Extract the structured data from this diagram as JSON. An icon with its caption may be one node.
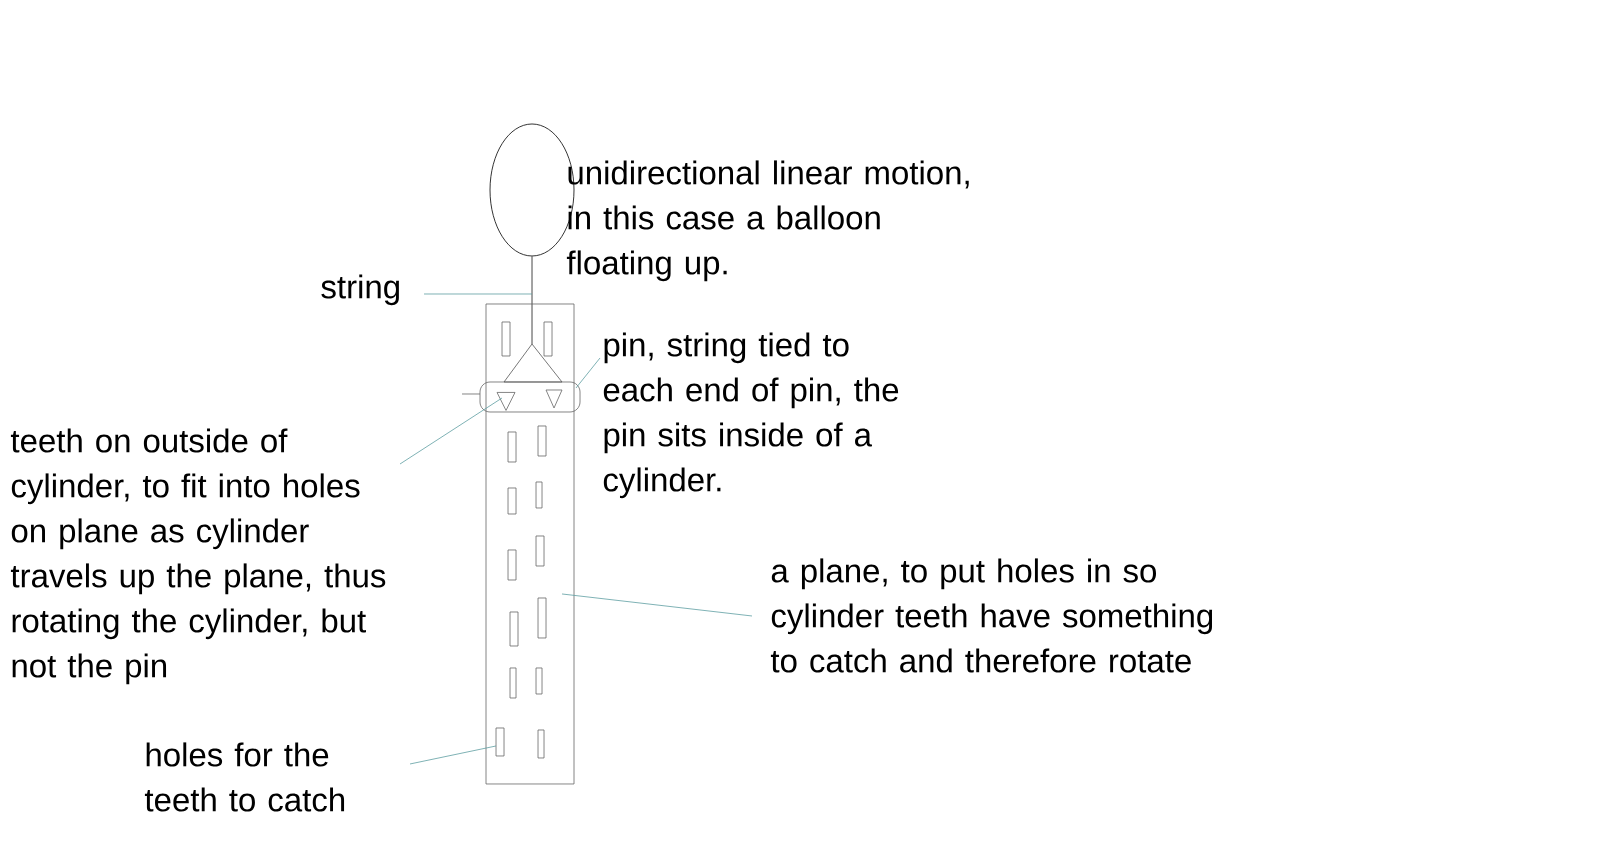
{
  "diagram": {
    "nodes": [
      {
        "text": [],
        "shape": "circle",
        "beside": [
          "unidirectional linear motion, in this case a balloon floating up."
        ]
      },
      {
        "text": [
          "string"
        ]
      },
      {
        "text": [
          "pin, string tied to each end of pin, the pin sits inside of a cylinder."
        ]
      },
      {
        "text": [
          "teeth on outside of cylinder, to fit into holes on plane as cylinder travels up the plane, thus rotating the cylinder, but not the pin"
        ]
      },
      {
        "text": [
          "a plane, to put holes in so cylinder teeth have something to catch and therefore rotate"
        ]
      },
      {
        "text": [
          "holes for the teeth to catch"
        ]
      },
      {
        "text": [],
        "shape": "box"
      },
      {
        "text": [],
        "shape": "box"
      },
      {
        "text": [],
        "shape": "triangle",
        "in": 7
      },
      {
        "text": [],
        "shape": "box",
        "in": 6
      },
      {
        "text": [],
        "shape": "line"
      }
    ],
    "edges": [
      {
        "from": 1,
        "to": 10,
        "arrow": "none"
      },
      {
        "from": 2,
        "to": 7,
        "arrow": "none"
      },
      {
        "from": 3,
        "to": 8,
        "arrow": "none"
      },
      {
        "from": 4,
        "to": 6,
        "arrow": "none"
      },
      {
        "from": 5,
        "to": 9,
        "arrow": "none"
      },
      {
        "from": 10,
        "to": 7,
        "arrow": "none",
        "color": "#555555"
      }
    ]
  }
}
